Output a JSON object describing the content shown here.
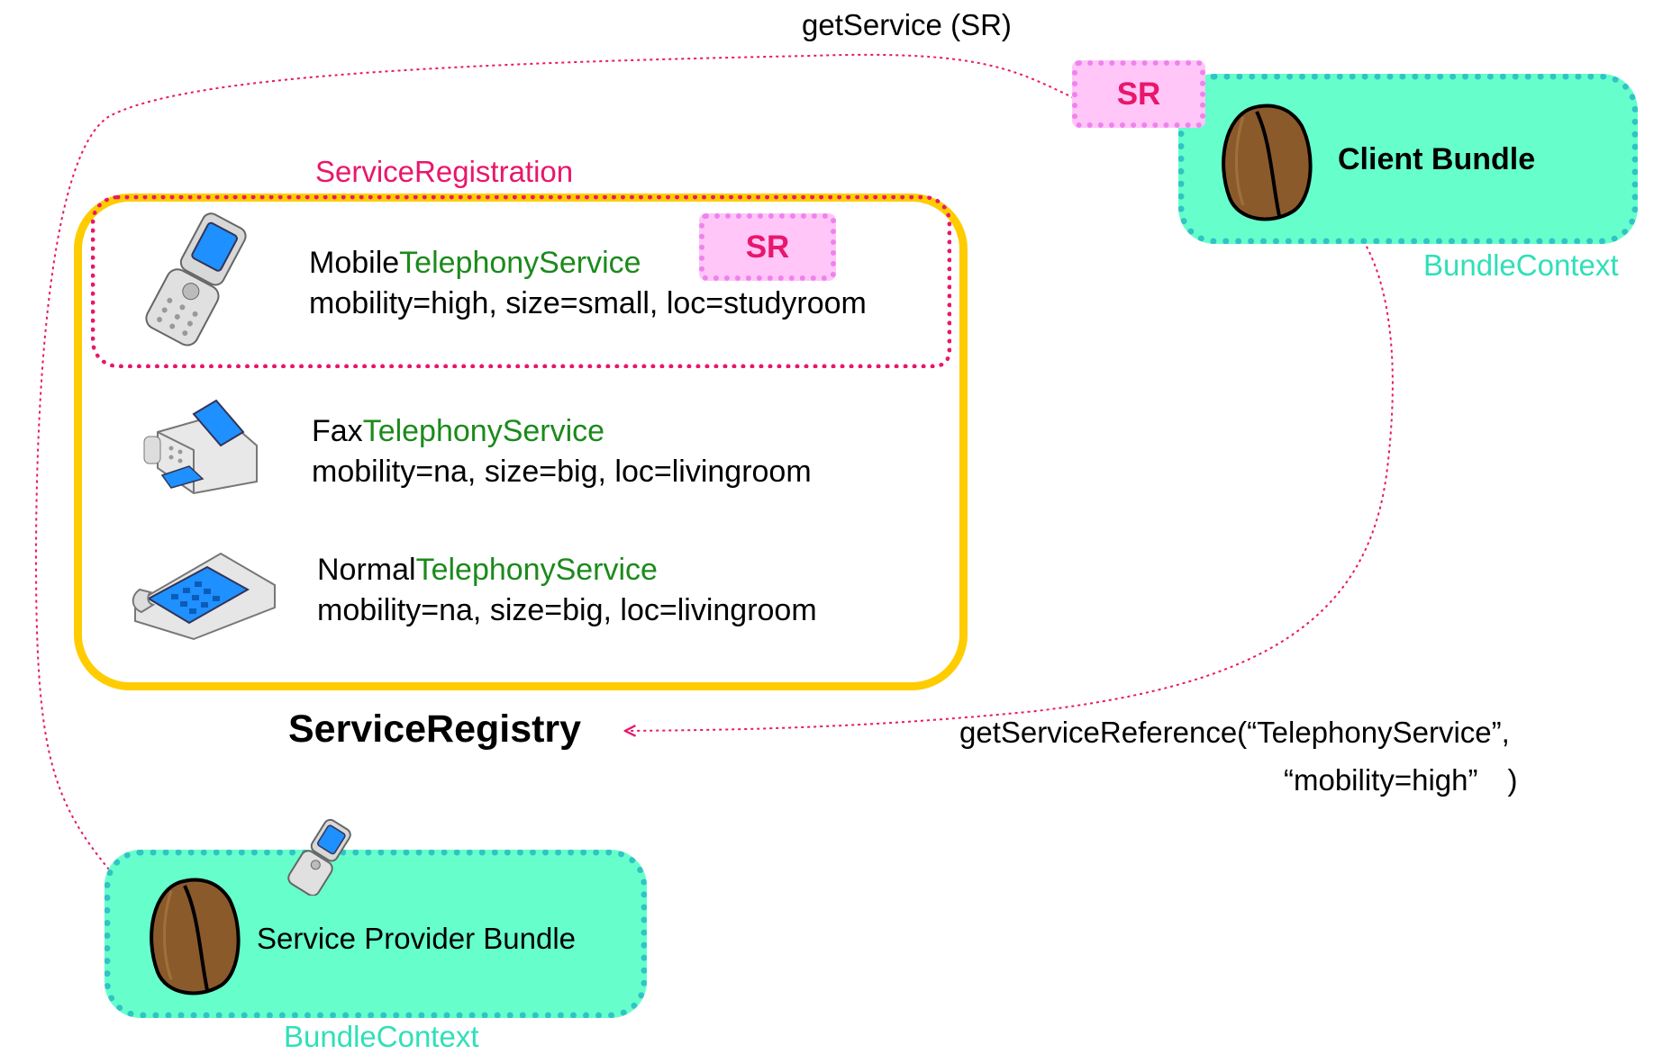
{
  "title": "ServiceRegistry",
  "labels": {
    "get_service": "getService (SR)",
    "service_registration": "ServiceRegistration",
    "get_service_reference_line1": "getServiceReference(“TelephonyService”,",
    "get_service_reference_line2": "“mobility=high”　)"
  },
  "client_bundle": {
    "label": "Client Bundle",
    "context": "BundleContext",
    "sr_badge": "SR"
  },
  "provider_bundle": {
    "label": "Service Provider Bundle",
    "context": "BundleContext"
  },
  "services": [
    {
      "prefix": "Mobile",
      "type": "TelephonyService",
      "props": "mobility=high, size=small, loc=studyroom",
      "icon": "mobile-phone-icon",
      "sr_badge": "SR"
    },
    {
      "prefix": "Fax",
      "type": "TelephonyService",
      "props": "mobility=na, size=big, loc=livingroom",
      "icon": "fax-machine-icon"
    },
    {
      "prefix": "Normal",
      "type": "TelephonyService",
      "props": "mobility=na, size=big, loc=livingroom",
      "icon": "desk-phone-icon"
    }
  ],
  "colors": {
    "registry_border": "#ffcc00",
    "registration_border": "#e8176b",
    "bundle_fill": "#66ffcc",
    "bundle_border": "#30c4c4",
    "sr_fill": "#ffc6f7",
    "service_type": "#1c8a1c",
    "arrow": "#e8176b"
  }
}
